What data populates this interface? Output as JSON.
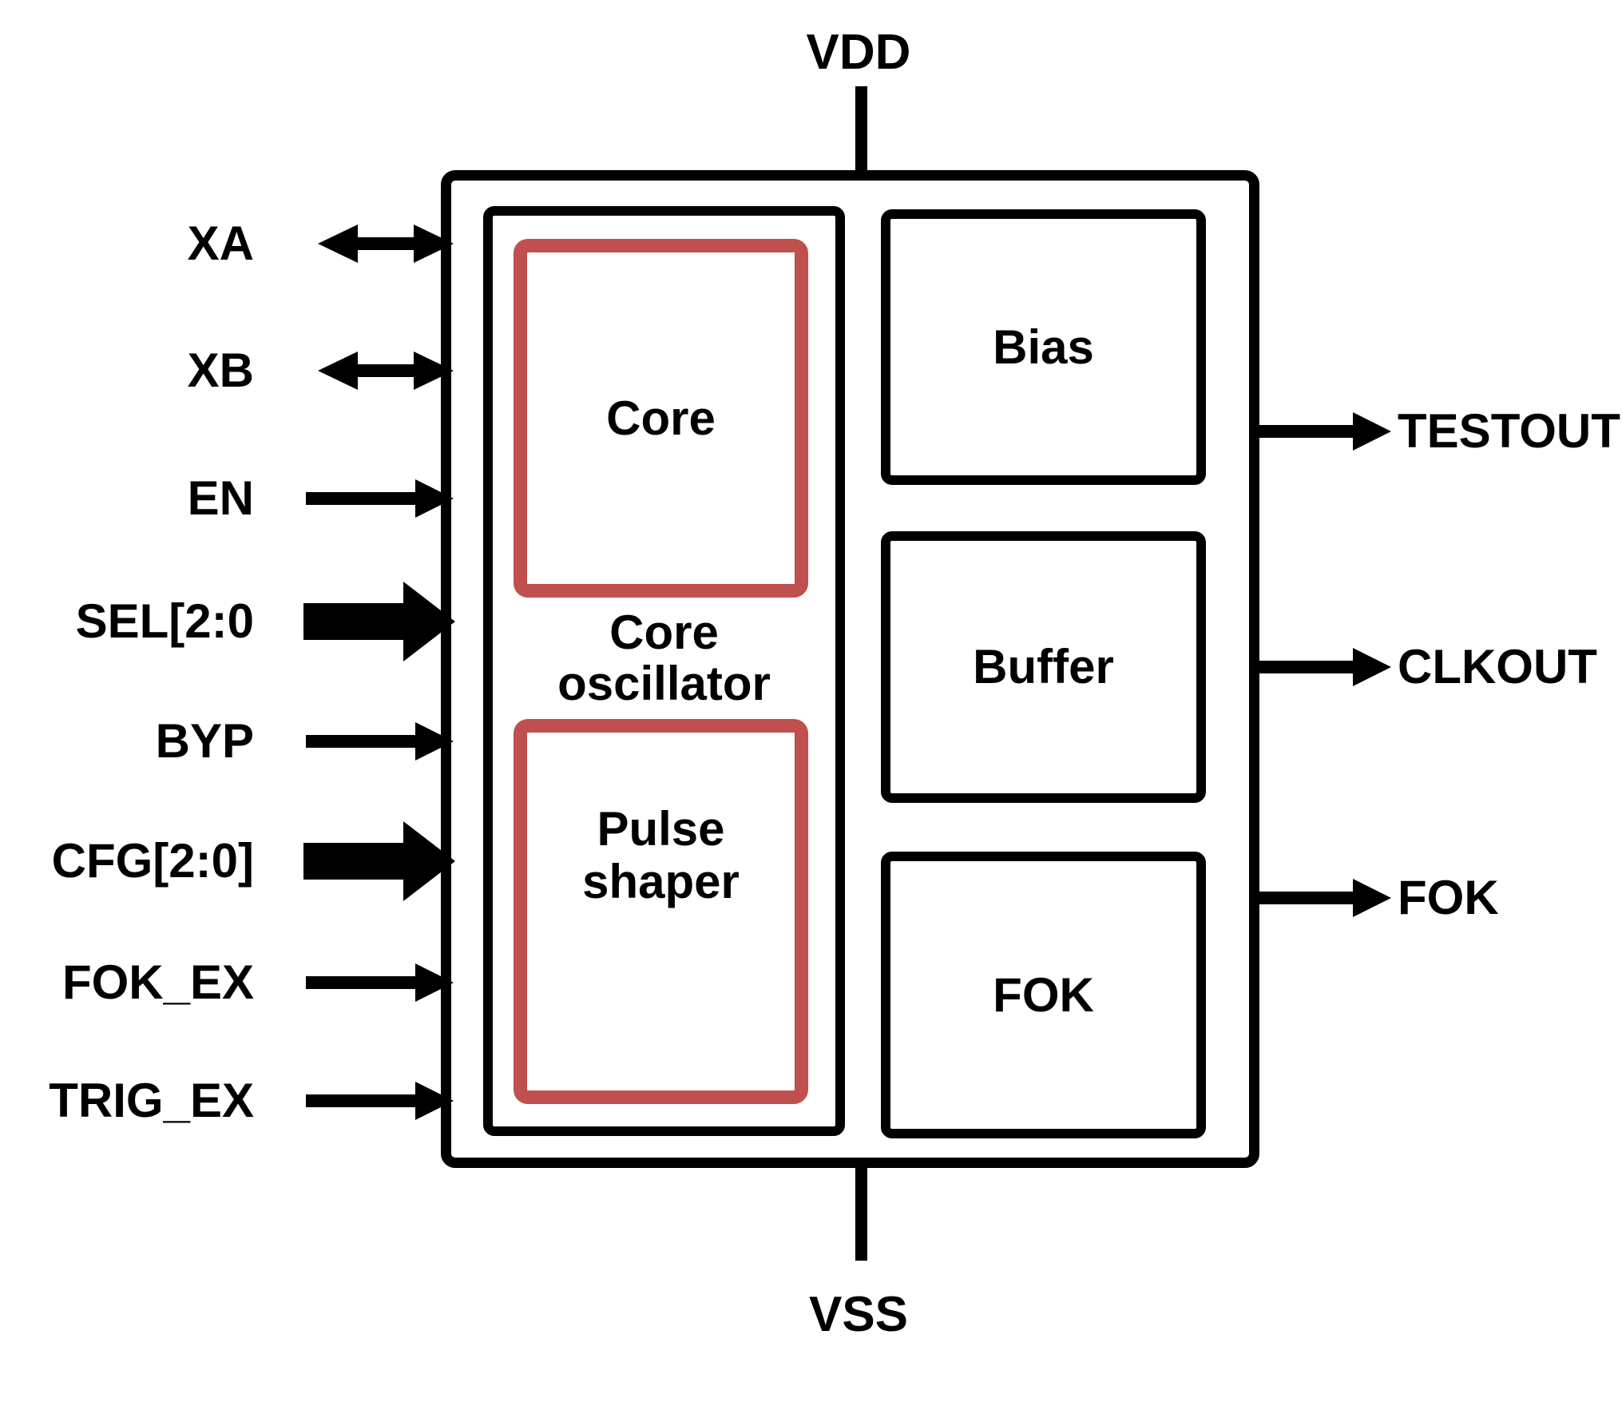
{
  "diagram": {
    "kind": "oscillator-ic-block-diagram",
    "colors": {
      "line": "#000000",
      "accent": "#c0504d",
      "background": "#ffffff"
    },
    "power_top": {
      "label": "VDD"
    },
    "power_bottom": {
      "label": "VSS"
    },
    "chip": {
      "core_oscillator": {
        "line1": "Core",
        "line2": "oscillator"
      },
      "core": {
        "label": "Core"
      },
      "pulse_shaper": {
        "line1": "Pulse",
        "line2": "shaper"
      },
      "bias": {
        "label": "Bias"
      },
      "buffer": {
        "label": "Buffer"
      },
      "fok": {
        "label": "FOK"
      }
    },
    "inputs": [
      {
        "label": "XA",
        "type": "bidirectional"
      },
      {
        "label": "XB",
        "type": "bidirectional"
      },
      {
        "label": "EN",
        "type": "signal"
      },
      {
        "label": "SEL[2:0",
        "type": "bus"
      },
      {
        "label": "BYP",
        "type": "signal"
      },
      {
        "label": "CFG[2:0]",
        "type": "bus"
      },
      {
        "label": "FOK_EX",
        "type": "signal"
      },
      {
        "label": "TRIG_EX",
        "type": "signal"
      }
    ],
    "outputs": [
      {
        "label": "TESTOUT"
      },
      {
        "label": "CLKOUT"
      },
      {
        "label": "FOK"
      }
    ]
  }
}
